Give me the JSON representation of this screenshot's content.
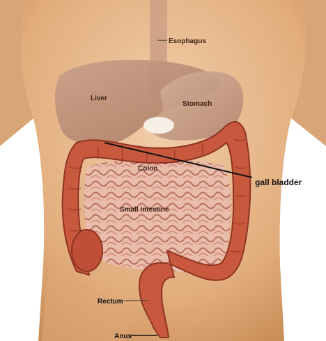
{
  "labels": {
    "esophagus": "Esophagus",
    "liver": "Liver",
    "stomach": "Stomach",
    "colon": "Colon",
    "gall_bladder": "gall bladder",
    "small_intestine": "Small intestine",
    "rectum": "Rectum",
    "anus": "Anus"
  },
  "colors": {
    "skin": "#e6b787",
    "skin_shadow": "#c98f5a",
    "liver": "#b7876a",
    "stomach": "#c39a80",
    "colon": "#c8593e",
    "colon_dark": "#8e3322",
    "small_intestine": "#e7b5a4",
    "background": "#ffffff"
  }
}
